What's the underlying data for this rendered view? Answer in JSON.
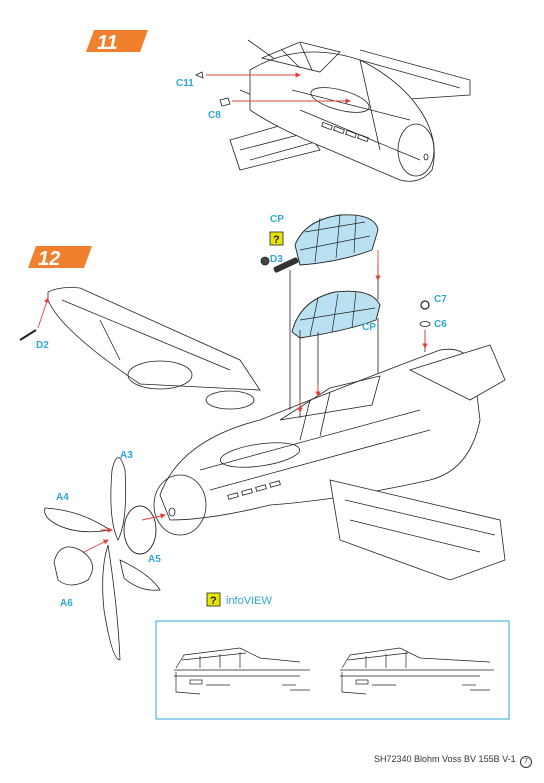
{
  "steps": {
    "step11": {
      "number": "11",
      "parts": {
        "c11": "C11",
        "c8": "C8"
      }
    },
    "step12": {
      "number": "12",
      "parts": {
        "cp_top": "CP",
        "cp_lower": "CP",
        "d3": "D3",
        "d2": "D2",
        "c7": "C7",
        "c6": "C6",
        "a3": "A3",
        "a4": "A4",
        "a5": "A5",
        "a6": "A6"
      }
    }
  },
  "infoview": {
    "label": "infoVIEW"
  },
  "footer": {
    "text": "SH72340 Blohm Voss BV 155B V-1",
    "page_number": "7"
  },
  "colors": {
    "accent_orange": "#f07f2e",
    "label_cyan": "#2fa7d4",
    "canopy_blue": "#b9e1f1",
    "arrow_red": "#e2403a",
    "warning_yellow": "#e6e600"
  }
}
